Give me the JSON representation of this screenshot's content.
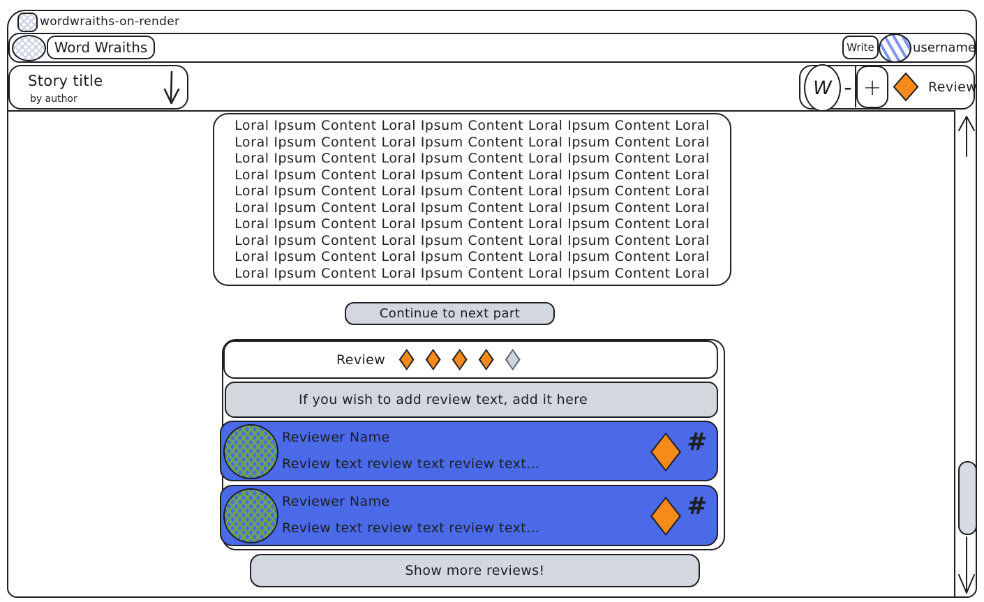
{
  "colors": {
    "ink": "#1d1d22",
    "paper": "#ffffff",
    "accent_orange": "#f68a1b",
    "card_blue": "#4b6ae8",
    "button_gray": "#d3d7de",
    "scroll_thumb_gray": "#d6dbe4",
    "diamond_empty_fill": "#ced4dc",
    "diamond_empty_border": "#5d626c",
    "avatar_hatch_green": "#6ca64f",
    "avatar_stripe_blue": "#7d96f5",
    "logo_hatch_gray": "#c9d2e2"
  },
  "browser": {
    "tab_title": "wordwraiths-on-render"
  },
  "header": {
    "brand": "Word Wraiths",
    "write_label": "Write",
    "username": "username"
  },
  "story_bar": {
    "title": "Story title",
    "author": "by author",
    "font_badge": "W",
    "decrease_label": "-",
    "increase_label": "+",
    "review_label": "Review"
  },
  "story": {
    "line_text": "Loral Ipsum Content Loral Ipsum Content Loral Ipsum Content Loral",
    "line_count": 10,
    "continue_label": "Continue to next part"
  },
  "review_panel": {
    "heading": "Review",
    "rating": {
      "filled": 4,
      "total": 5
    },
    "input_placeholder": "If you wish to add review text, add it here",
    "reviews": [
      {
        "name": "Reviewer Name",
        "text": "Review text review text review text...",
        "score_symbol": "#"
      },
      {
        "name": "Reviewer Name",
        "text": "Review text review text review text...",
        "score_symbol": "#"
      }
    ],
    "show_more_label": "Show more reviews!"
  }
}
